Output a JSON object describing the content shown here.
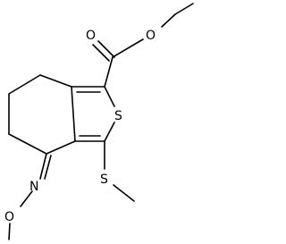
{
  "structure": {
    "atoms": {
      "ester_carbonyl_oxygen": "O",
      "ester_ether_oxygen": "O",
      "ring_sulfur": "S",
      "thioether_sulfur": "S",
      "oxime_nitrogen": "N",
      "methoxy_oxygen": "O"
    }
  },
  "colors": {
    "bond": "#000000",
    "label": "#000000",
    "background": "#ffffff"
  }
}
